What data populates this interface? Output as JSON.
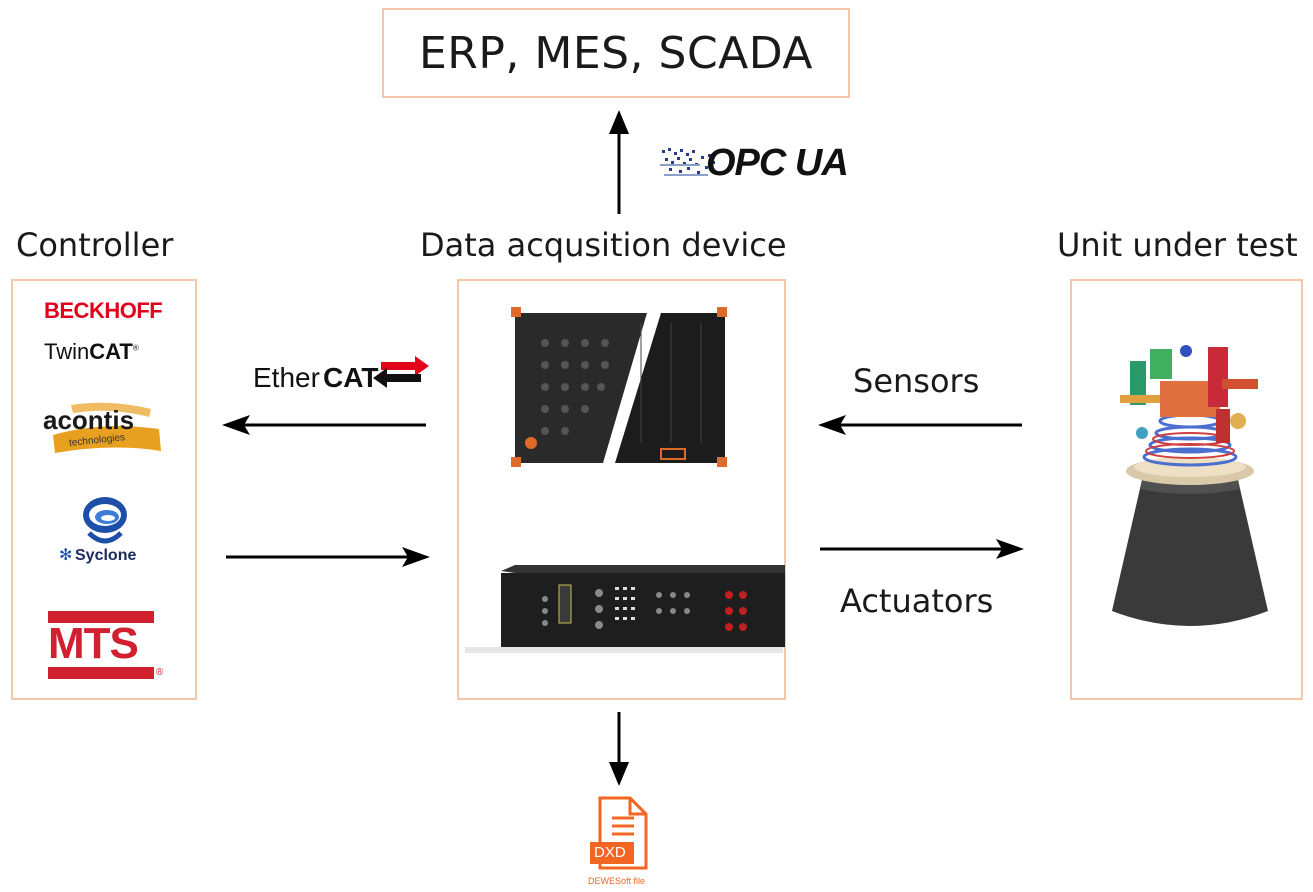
{
  "top_system": {
    "label": "ERP, MES, SCADA"
  },
  "protocols": {
    "opc": "OPC UA",
    "ethercat_prefix": "Ether",
    "ethercat_suffix": "CAT"
  },
  "columns": {
    "controller": "Controller",
    "daq": "Data acqusition device",
    "uut": "Unit under test"
  },
  "controller_logos": {
    "beckhoff": "BECKHOFF",
    "twincat_prefix": "Twin",
    "twincat_suffix": "CAT",
    "acontis": "acontis",
    "acontis_sub": "technologies",
    "syclone": "Syclone",
    "mts": "MTS"
  },
  "flows": {
    "sensors": "Sensors",
    "actuators": "Actuators"
  },
  "file_output": {
    "badge": "DXD",
    "caption": "DEWESoft file"
  },
  "colors": {
    "box_border": "#f6c6a8",
    "beckhoff_red": "#e2001a",
    "mts_red": "#d1202f",
    "dewesoft_orange": "#f26522",
    "arrow": "#000000"
  }
}
